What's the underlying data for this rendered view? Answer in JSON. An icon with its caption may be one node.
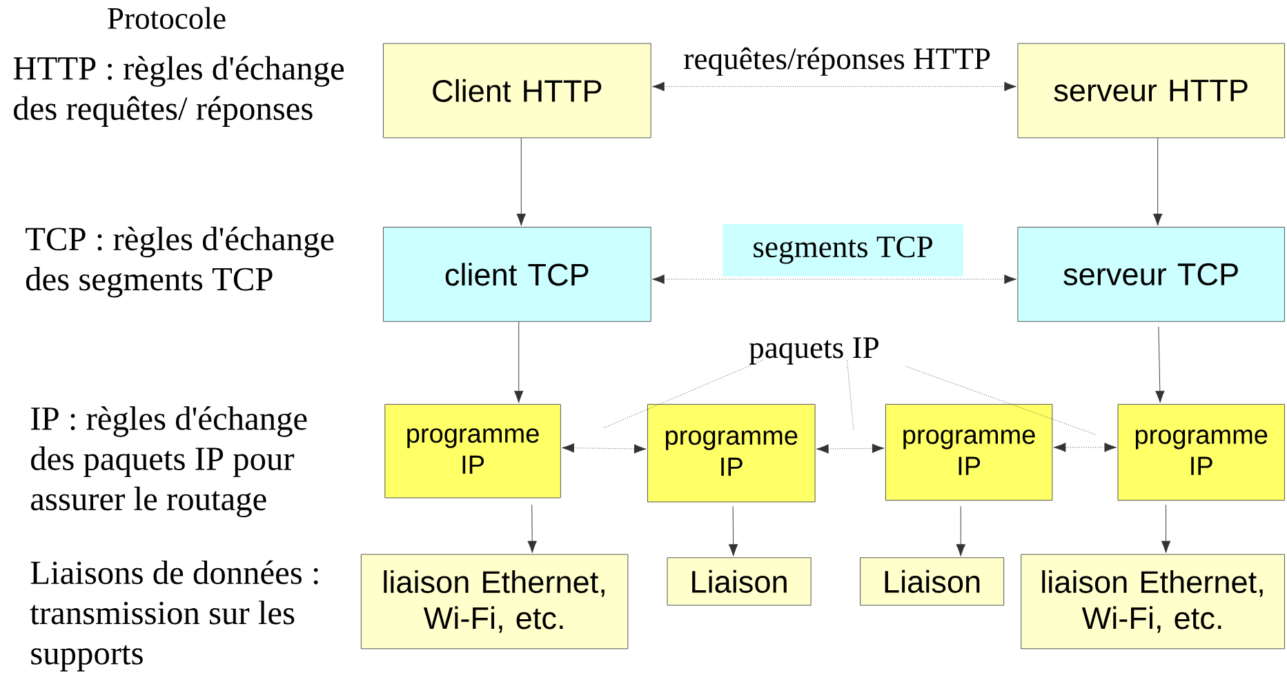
{
  "diagram": {
    "nodes": [
      {
        "text": [
          "Client HTTP"
        ]
      },
      {
        "text": [
          "serveur HTTP"
        ]
      },
      {
        "text": [
          "client TCP"
        ]
      },
      {
        "text": [
          "serveur TCP"
        ]
      },
      {
        "text": [
          "paquets IP"
        ]
      },
      {
        "text": [
          "programme IP"
        ]
      },
      {
        "text": [
          "programme IP"
        ]
      },
      {
        "text": [
          "programme IP"
        ]
      },
      {
        "text": [
          "programme IP"
        ]
      },
      {
        "text": [
          "liaison Ethernet, Wi-Fi, etc."
        ]
      },
      {
        "text": [
          "Liaison"
        ]
      },
      {
        "text": [
          "Liaison"
        ]
      },
      {
        "text": [
          "liaison Ethernet, Wi-Fi, etc."
        ]
      }
    ],
    "edges": [
      {
        "from": 0,
        "to": 1,
        "arrow": "both",
        "style": "dashed",
        "label": "requêtes/réponses HTTP"
      },
      {
        "from": 0,
        "to": 2,
        "arrow": "to"
      },
      {
        "from": 1,
        "to": 3,
        "arrow": "to"
      },
      {
        "from": 2,
        "to": 3,
        "arrow": "both",
        "style": "dashed",
        "label": "segments TCP"
      },
      {
        "from": 2,
        "to": 5,
        "arrow": "to"
      },
      {
        "from": 3,
        "to": 8,
        "arrow": "to"
      },
      {
        "from": 4,
        "to": null,
        "arrow": "none",
        "style": "dashed"
      },
      {
        "from": 4,
        "to": null,
        "arrow": "none",
        "style": "dashed"
      },
      {
        "from": 4,
        "to": null,
        "arrow": "none",
        "style": "dashed"
      },
      {
        "from": 5,
        "to": 6,
        "arrow": "both",
        "style": "dashed"
      },
      {
        "from": 6,
        "to": 7,
        "arrow": "both",
        "style": "dashed"
      },
      {
        "from": 7,
        "to": 8,
        "arrow": "both",
        "style": "dashed"
      },
      {
        "from": 5,
        "to": 9,
        "arrow": "to"
      },
      {
        "from": 6,
        "to": 10,
        "arrow": "to"
      },
      {
        "from": 7,
        "to": 11,
        "arrow": "to"
      },
      {
        "from": 8,
        "to": 12,
        "arrow": "to"
      }
    ],
    "labels": [
      "Protocole",
      "HTTP : règles d'échange des requêtes/ réponses",
      "TCP : règles d'échange des segments TCP",
      "IP : règles d'échange des paquets IP pour assurer le routage",
      "Liaisons de données : transmission sur les supports"
    ]
  }
}
